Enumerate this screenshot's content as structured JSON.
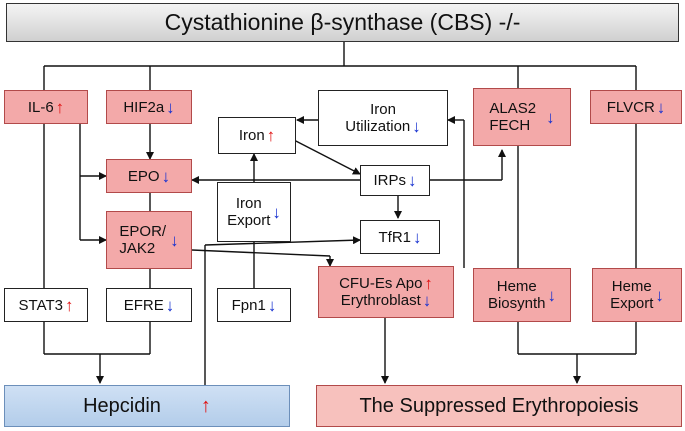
{
  "title": "Cystathionine β-synthase (CBS) -/-",
  "colors": {
    "up_arrow": "#e01010",
    "down_arrow": "#1530d0",
    "node_pink": "#f3a9a9",
    "node_blue": "#b3cdea"
  },
  "nodes": {
    "il6": {
      "label": "IL-6",
      "trend": "up"
    },
    "hif2a": {
      "label": "HIF2a",
      "trend": "down"
    },
    "iron": {
      "label": "Iron",
      "trend": "up"
    },
    "iron_utilization": {
      "line1": "Iron",
      "line2": "Utilization",
      "trend": "down"
    },
    "alas2_fech": {
      "line1": "ALAS2",
      "line2": "FECH",
      "trend": "down"
    },
    "flvcr": {
      "label": "FLVCR",
      "trend": "down"
    },
    "epo": {
      "label": "EPO",
      "trend": "down"
    },
    "irps": {
      "label": "IRPs",
      "trend": "down"
    },
    "epor_jak2": {
      "line1": "EPOR/",
      "line2": "JAK2",
      "trend": "down"
    },
    "iron_export": {
      "line1": "Iron",
      "line2": "Export",
      "trend": "down"
    },
    "tfr1": {
      "label": "TfR1",
      "trend": "down"
    },
    "cfu_es": {
      "line1": "CFU-Es Apo",
      "line2": "Erythroblast",
      "trend1": "up",
      "trend2": "down"
    },
    "heme_biosynth": {
      "line1": "Heme",
      "line2": "Biosynth",
      "trend": "down"
    },
    "heme_export": {
      "line1": "Heme",
      "line2": "Export",
      "trend": "down"
    },
    "stat3": {
      "label": "STAT3",
      "trend": "up"
    },
    "efre": {
      "label": "EFRE",
      "trend": "down"
    },
    "fpn1": {
      "label": "Fpn1",
      "trend": "down"
    },
    "hepcidin": {
      "label": "Hepcidin",
      "trend": "up"
    },
    "suppressed": {
      "label": "The Suppressed Erythropoiesis"
    }
  },
  "arrow_glyphs": {
    "up": "↑",
    "down": "↓"
  }
}
